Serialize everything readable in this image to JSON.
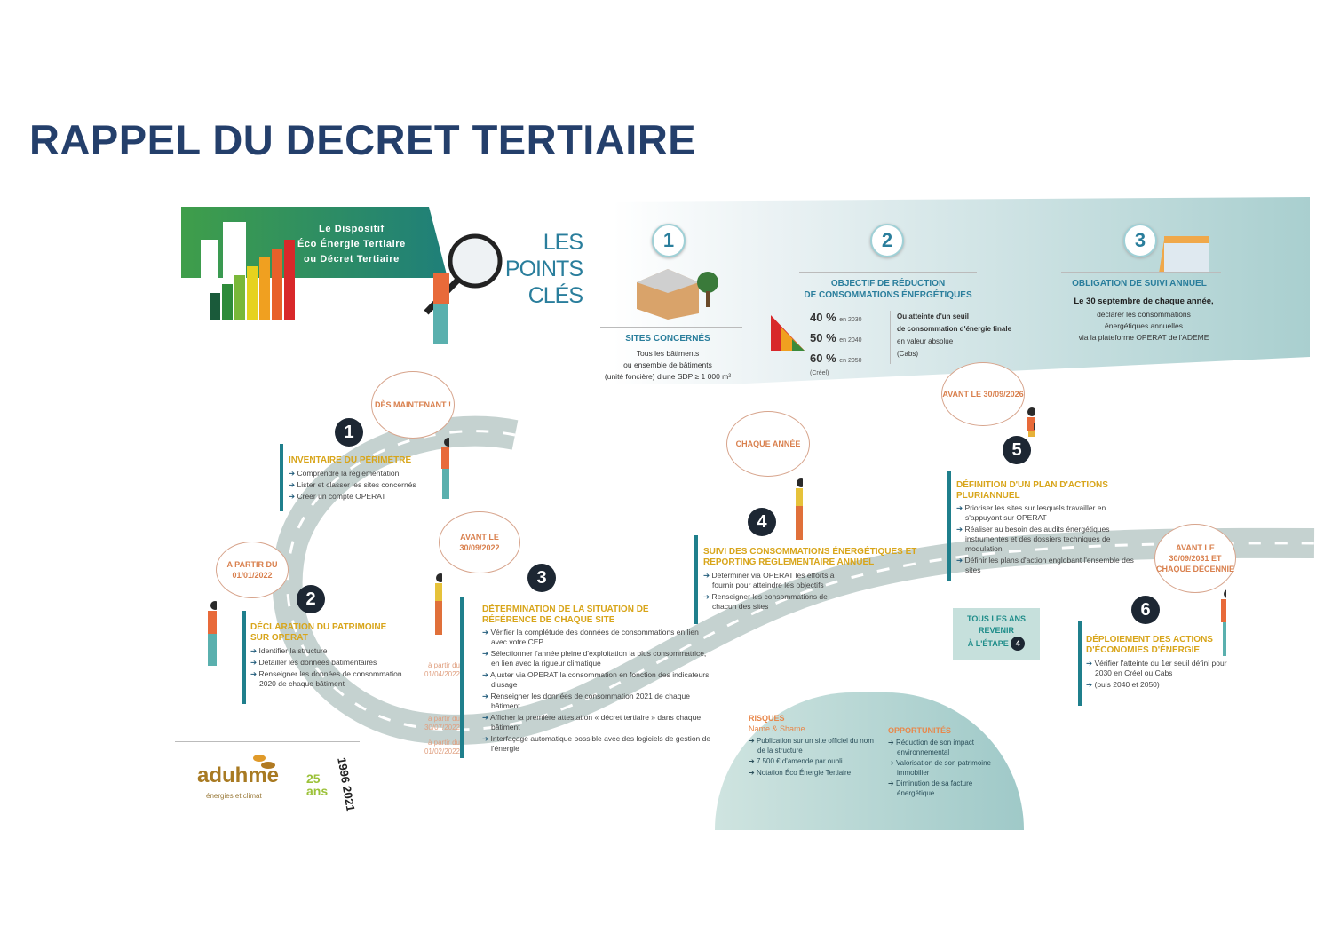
{
  "title": "RAPPEL DU DECRET TERTIAIRE",
  "banner": {
    "lines": [
      "Le Dispositif",
      "Éco Énergie Tertiaire",
      "ou Décret Tertiaire"
    ]
  },
  "points_cles": [
    "LES",
    "POINTS",
    "CLÉS"
  ],
  "key_points": [
    {
      "num": "1",
      "title": "SITES CONCERNÉS",
      "body": [
        "Tous les bâtiments",
        "ou ensemble de bâtiments",
        "(unité foncière) d'une SDP ≥ 1 000 m²"
      ]
    },
    {
      "num": "2",
      "title": [
        "OBJECTIF DE RÉDUCTION",
        "DE CONSOMMATIONS ÉNERGÉTIQUES"
      ],
      "targets": [
        {
          "pct": "40 %",
          "year": "en 2030"
        },
        {
          "pct": "50 %",
          "year": "en 2040"
        },
        {
          "pct": "60 %",
          "year": "en 2050"
        }
      ],
      "targets_note": "(Créel)",
      "alt": [
        "Ou atteinte d'un seuil",
        "de consommation d'énergie finale",
        "en valeur absolue",
        "(Cabs)"
      ]
    },
    {
      "num": "3",
      "title": "OBLIGATION DE SUIVI ANNUEL",
      "lead": "Le 30 septembre de chaque année,",
      "body": [
        "déclarer les consommations",
        "énergétiques annuelles",
        "via la plateforme OPERAT de l'ADEME"
      ]
    }
  ],
  "steps": [
    {
      "num": "1",
      "bubble": "DÈS MAINTENANT !",
      "title": "INVENTAIRE DU PÉRIMÈTRE",
      "items": [
        "Comprendre la réglementation",
        "Lister et classer les sites concernés",
        "Créer un compte OPERAT"
      ]
    },
    {
      "num": "2",
      "bubble": "A PARTIR DU 01/01/2022",
      "title": "DÉCLARATION DU PATRIMOINE SUR OPERAT",
      "items": [
        "Identifier la structure",
        "Détailler les données bâtimentaires",
        "Renseigner les données de consommation 2020 de chaque bâtiment"
      ]
    },
    {
      "num": "3",
      "bubble": "AVANT LE 30/09/2022",
      "title": "DÉTERMINATION DE LA SITUATION DE RÉFÉRENCE DE CHAQUE SITE",
      "items": [
        "Vérifier la complétude des données de consommations en lien avec votre CEP",
        "Sélectionner l'année pleine d'exploitation la plus consommatrice, en lien avec la rigueur climatique",
        "Ajuster via OPERAT la consommation en fonction des indicateurs d'usage",
        "Renseigner les données de consommation 2021 de chaque bâtiment",
        "Afficher la première attestation « décret tertiaire » dans chaque bâtiment",
        "Interfaçage automatique possible avec des logiciels de gestion de l'énergie"
      ],
      "dates": [
        "à partir du 01/04/2022",
        "à partir du 30/07/2022",
        "à partir du 01/02/2022"
      ]
    },
    {
      "num": "4",
      "bubble": "CHAQUE ANNÉE",
      "title": "SUIVI DES CONSOMMATIONS ÉNERGÉTIQUES ET REPORTING RÉGLEMENTAIRE ANNUEL",
      "items": [
        "Déterminer via OPERAT les efforts à fournir pour atteindre les objectifs",
        "Renseigner les consommations de chacun des sites"
      ]
    },
    {
      "num": "5",
      "bubble": "AVANT LE 30/09/2026",
      "title": "DÉFINITION D'UN PLAN D'ACTIONS PLURIANNUEL",
      "items": [
        "Prioriser les sites sur lesquels travailler en s'appuyant sur OPERAT",
        "Réaliser au besoin des audits énergétiques instrumentés et des dossiers techniques de modulation",
        "Définir les plans d'action englobant l'ensemble des sites"
      ]
    },
    {
      "num": "6",
      "bubble": "AVANT LE 30/09/2031 ET CHAQUE DÉCENNIE",
      "title": "DÉPLOIEMENT DES ACTIONS D'ÉCONOMIES D'ÉNERGIE",
      "items": [
        "Vérifier l'atteinte du 1er seuil défini pour 2030 en Créel ou Cabs",
        "(puis 2040 et 2050)"
      ]
    }
  ],
  "loop": {
    "lines": [
      "TOUS LES ANS",
      "REVENIR",
      "À L'ÉTAPE"
    ],
    "num": "4"
  },
  "risks": {
    "title": "RISQUES",
    "subtitle": "Name & Shame",
    "items": [
      "Publication sur un site officiel du nom de la structure",
      "7 500 € d'amende par oubli",
      "Notation Éco Énergie Tertiaire"
    ]
  },
  "opportunities": {
    "title": "OPPORTUNITÉS",
    "items": [
      "Réduction de son impact environnemental",
      "Valorisation de son patrimoine immobilier",
      "Diminution de sa facture énergétique"
    ]
  },
  "logo": {
    "name": "aduhme",
    "tagline": "énergies et climat",
    "anniversary": "25 ans",
    "years": "1996 2021"
  }
}
